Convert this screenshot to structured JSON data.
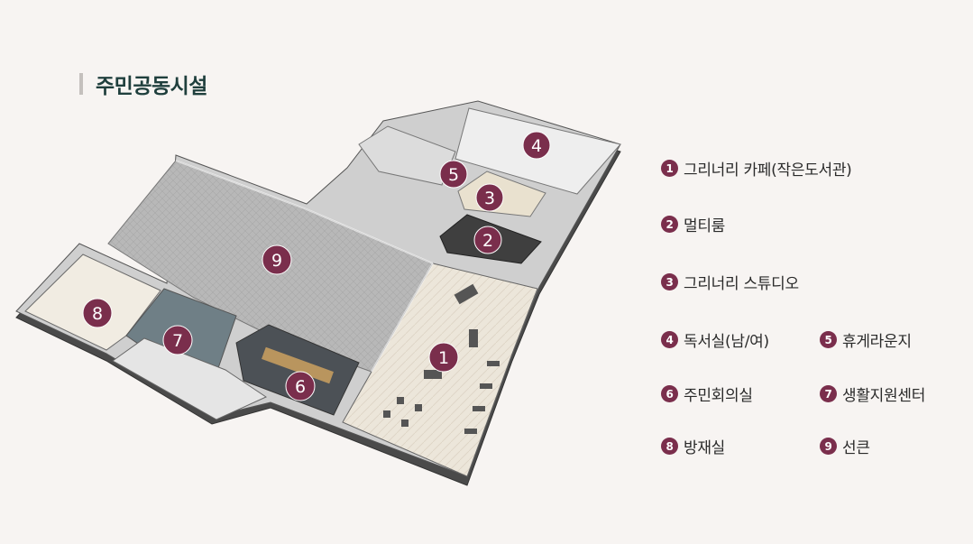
{
  "header": {
    "title": "주민공동시설"
  },
  "accent_color": "#7a2e4c",
  "legend": [
    {
      "num": "1",
      "label": "그리너리 카페(작은도서관)"
    },
    {
      "num": "2",
      "label": "멀티룸"
    },
    {
      "num": "3",
      "label": "그리너리 스튜디오"
    },
    {
      "num": "4",
      "label": "독서실(남/여)"
    },
    {
      "num": "5",
      "label": "휴게라운지"
    },
    {
      "num": "6",
      "label": "주민회의실"
    },
    {
      "num": "7",
      "label": "생활지원센터"
    },
    {
      "num": "8",
      "label": "방재실"
    },
    {
      "num": "9",
      "label": "선큰"
    }
  ],
  "markers": [
    "1",
    "2",
    "3",
    "4",
    "5",
    "6",
    "7",
    "8",
    "9"
  ]
}
